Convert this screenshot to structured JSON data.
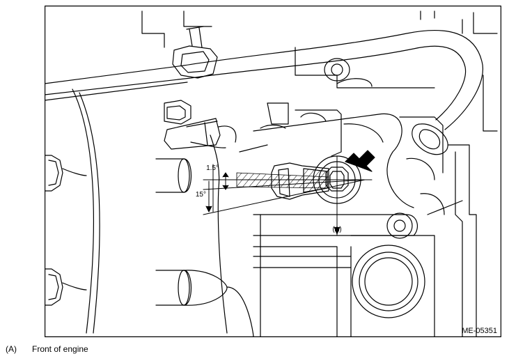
{
  "figure_id": "ME-05351",
  "callouts": {
    "a": "(A)",
    "angle_small": "1.5°",
    "angle_large": "15°"
  },
  "legend": [
    {
      "key": "(A)",
      "text": "Front of engine"
    }
  ]
}
